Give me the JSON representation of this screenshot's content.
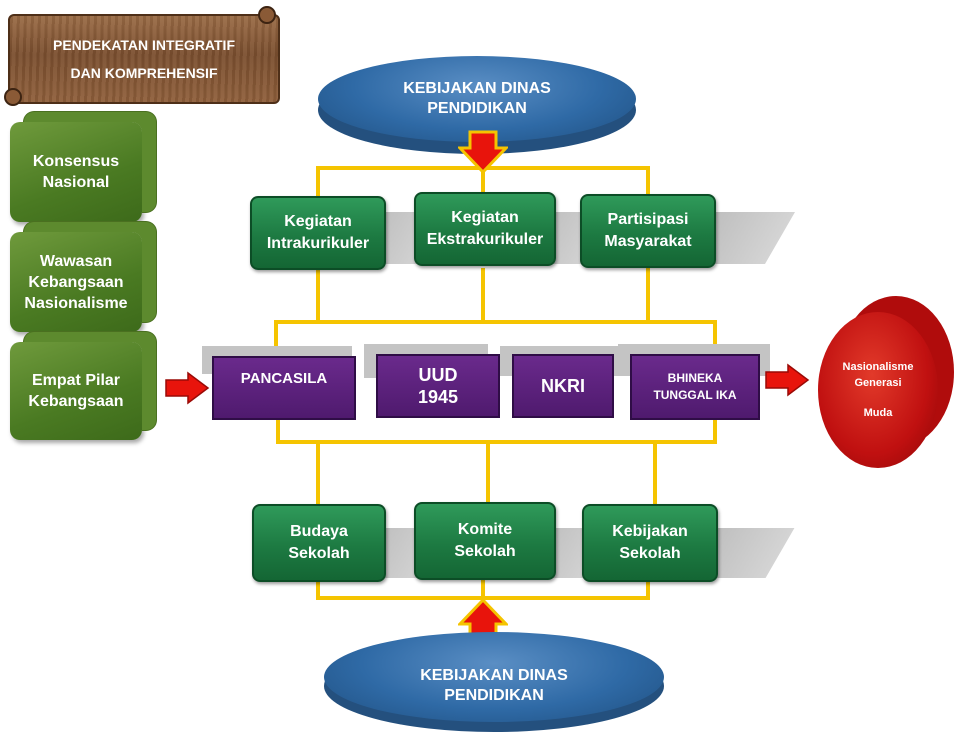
{
  "banner": {
    "line1": "PENDEKATAN INTEGRATIF",
    "line2": "DAN KOMPREHENSIF"
  },
  "side_boxes": [
    {
      "label": "Konsensus Nasional"
    },
    {
      "label": "Wawasan Kebangsaan Nasionalisme"
    },
    {
      "label": "Empat Pilar Kebangsaan"
    }
  ],
  "top_policy": {
    "line1": "KEBIJAKAN DINAS",
    "line2": "PENDIDIKAN"
  },
  "bottom_policy": {
    "line1": "KEBIJAKAN DINAS",
    "line2": "PENDIDIKAN"
  },
  "top_activities": [
    {
      "line1": "Kegiatan",
      "line2": "Intrakurikuler"
    },
    {
      "line1": "Kegiatan",
      "line2": "Ekstrakurikuler"
    },
    {
      "line1": "Partisipasi",
      "line2": "Masyarakat"
    }
  ],
  "pillars": [
    {
      "line1": "PANCASILA",
      "line2": ""
    },
    {
      "line1": "UUD",
      "line2": "1945"
    },
    {
      "line1": "NKRI",
      "line2": ""
    },
    {
      "line1": "BHINEKA",
      "line2": "TUNGGAL IKA"
    }
  ],
  "bottom_activities": [
    {
      "line1": "Budaya",
      "line2": "Sekolah"
    },
    {
      "line1": "Komite",
      "line2": "Sekolah"
    },
    {
      "line1": "Kebijakan",
      "line2": "Sekolah"
    }
  ],
  "outcome": {
    "line1": "Nasionalisme",
    "line2": "Generasi",
    "line3": "Muda"
  },
  "colors": {
    "connector": "#f5c400",
    "arrow": "#e8140c",
    "pillar": "#5a1f7c",
    "process": "#1d7a42",
    "outcome": "#c01010"
  }
}
